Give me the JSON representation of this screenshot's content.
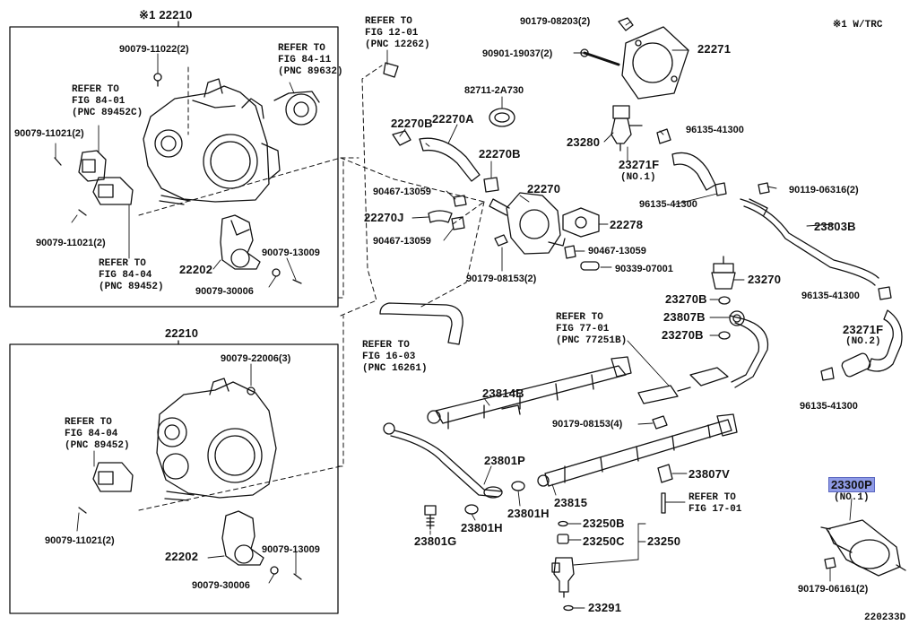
{
  "diagram": {
    "note": "※1 W/TRC",
    "figure_code": "220233D",
    "boxes": [
      {
        "mark": "※1",
        "part": "22210"
      },
      {
        "part": "22210"
      }
    ],
    "labels": {
      "b1_bolt_top": "90079-11022(2)",
      "b1_ref_8401_a": "REFER TO",
      "b1_ref_8401_b": "FIG 84-01",
      "b1_ref_8401_c": "(PNC 89452C)",
      "b1_ref_8411_a": "REFER TO",
      "b1_ref_8411_b": "FIG 84-11",
      "b1_ref_8411_c": "(PNC 89632)",
      "b1_screw_left": "90079-11021(2)",
      "b1_screw_lower": "90079-11021(2)",
      "b1_ref_8404_a": "REFER TO",
      "b1_ref_8404_b": "FIG 84-04",
      "b1_ref_8404_c": "(PNC 89452)",
      "b1_iac": "22202",
      "b1_bolt_r": "90079-13009",
      "b1_nut": "90079-30006",
      "ref_1201_a": "REFER TO",
      "ref_1201_b": "FIG 12-01",
      "ref_1201_c": "(PNC 12262)",
      "ref_1603_a": "REFER TO",
      "ref_1603_b": "FIG 16-03",
      "ref_1603_c": "(PNC 16261)",
      "b2_bolt_top": "90079-22006(3)",
      "b2_ref_8404_a": "REFER TO",
      "b2_ref_8404_b": "FIG 84-04",
      "b2_ref_8404_c": "(PNC 89452)",
      "b2_screw": "90079-11021(2)",
      "b2_iac": "22202",
      "b2_bolt_r": "90079-13009",
      "b2_nut": "90079-30006",
      "clamp_b_1": "22270B",
      "hose_a": "22270A",
      "clamp_827": "82711-2A730",
      "clamp_b_2": "22270B",
      "valve_22270": "22270",
      "clamp_59a": "90467-13059",
      "hose_j": "22270J",
      "clamp_59b": "90467-13059",
      "gasket_22278": "22278",
      "clamp_59c": "90467-13059",
      "plug_9033": "90339-07001",
      "bolt_08153": "90179-08153(2)",
      "nut_08203": "90179-08203(2)",
      "stud_19037": "90901-19037(2)",
      "gasket_22271": "22271",
      "vsv_23280": "23280",
      "clip_41300a": "96135-41300",
      "hose_23271f": "23271F",
      "hose_23271f_no": "(NO.1)",
      "clip_41300b": "96135-41300",
      "clip_06316": "90119-06316(2)",
      "tube_23803b": "23803B",
      "clip_41300c": "96135-41300",
      "hose_23271f2": "23271F",
      "hose_23271f2_no": "(NO.2)",
      "clip_41300d": "96135-41300",
      "regulator": "23270",
      "gasket_23270b_1": "23270B",
      "tube_23807b": "23807B",
      "gasket_23270b_2": "23270B",
      "ref_7701_a": "REFER TO",
      "ref_7701_b": "FIG 77-01",
      "ref_7701_c": "(PNC 77251B)",
      "pipe_23814b": "23814B",
      "bolt_08153b": "90179-08153(4)",
      "tube_23801p": "23801P",
      "rail_23815": "23815",
      "vsv_23807v": "23807V",
      "ref_1701_a": "REFER TO",
      "ref_1701_b": "FIG 17-01",
      "bolt_23801g": "23801G",
      "gasket_23801h_1": "23801H",
      "gasket_23801h_2": "23801H",
      "seal_23250b": "23250B",
      "insul_23250c": "23250C",
      "injector_23250": "23250",
      "grommet_23291": "23291",
      "filter_23300p": "23300P",
      "filter_no": "(NO.1)",
      "bolt_06161": "90179-06161(2)"
    }
  }
}
